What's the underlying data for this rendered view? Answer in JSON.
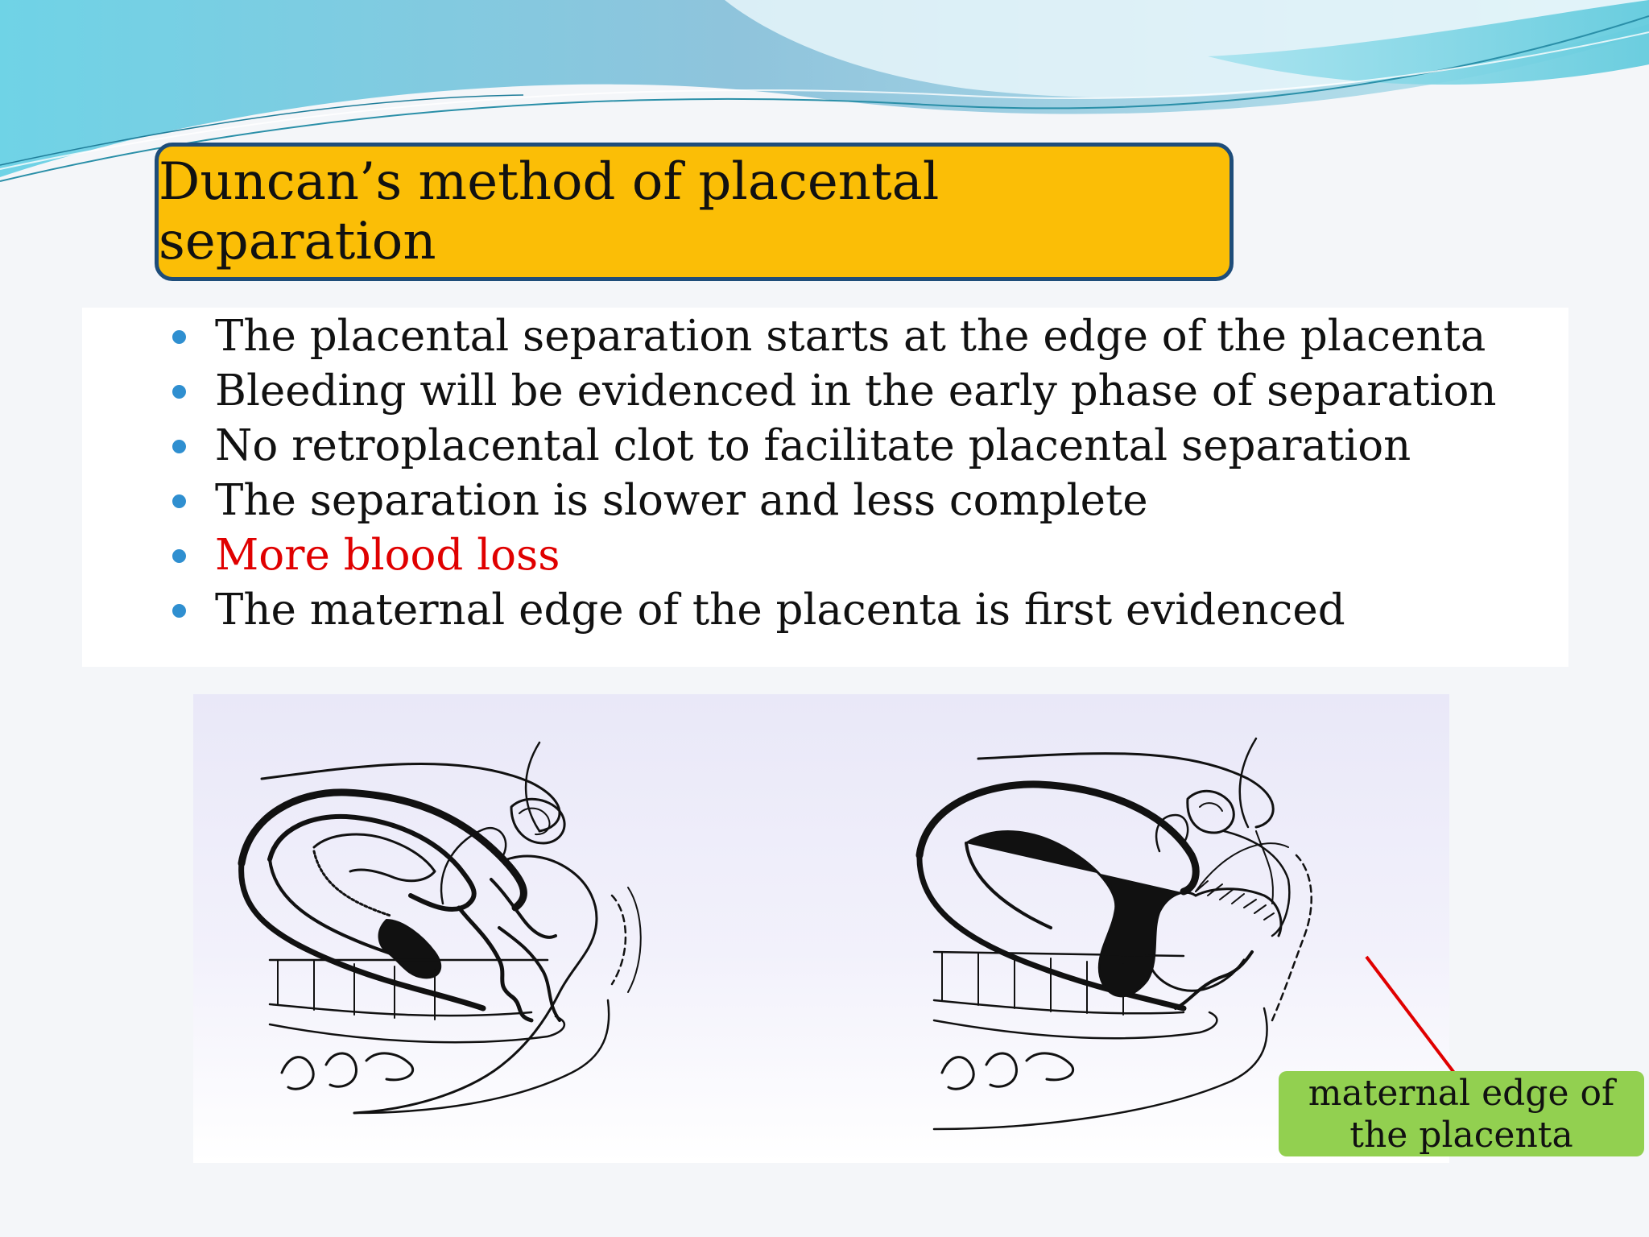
{
  "title": "Duncan’s method of placental separation",
  "bullets": [
    {
      "text": "The placental separation starts at the edge of the placenta"
    },
    {
      "text": "Bleeding will be evidenced in the early phase of separation"
    },
    {
      "text": "No retroplacental clot to facilitate placental separation"
    },
    {
      "text": "The separation is slower and less complete"
    },
    {
      "text": "More blood loss",
      "color": "#e00000"
    },
    {
      "text": "The maternal edge of the placenta is first evidenced"
    }
  ],
  "callout": {
    "line1": "maternal edge of",
    "line2": "the placenta"
  },
  "colors": {
    "title_bg": "#fbbe06",
    "title_border": "#1e4d7a",
    "bullet": "#2f8fd0",
    "highlight": "#e00000",
    "callout_bg": "#92d050",
    "pointer": "#e00000"
  }
}
